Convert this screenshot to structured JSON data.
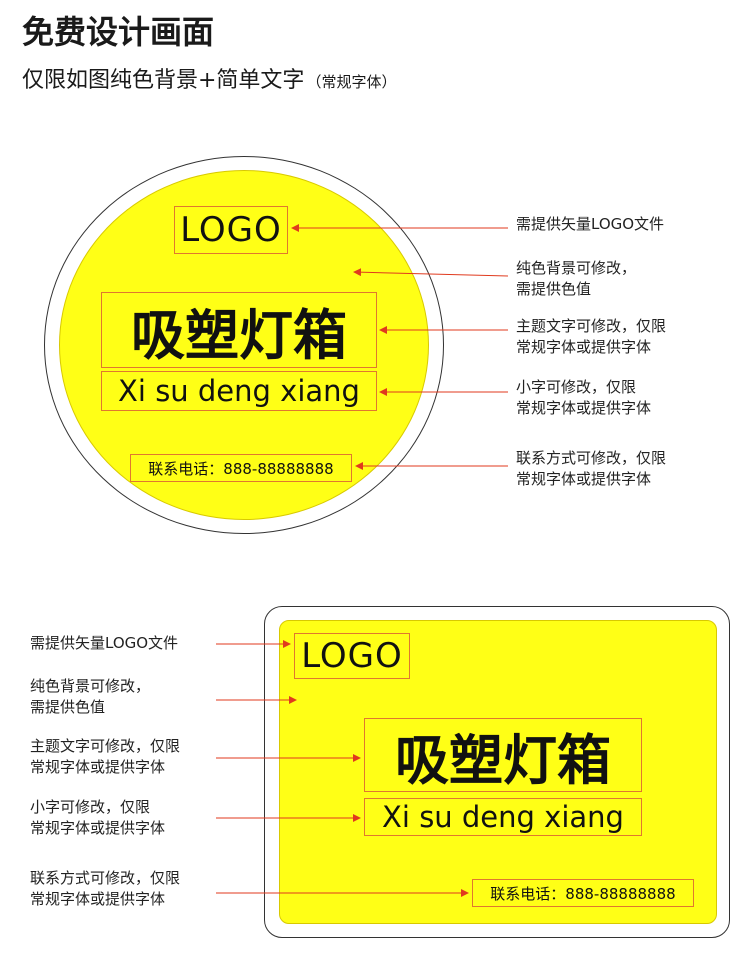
{
  "header": {
    "title": "免费设计画面",
    "subtitle": "仅限如图纯色背景+简单文字",
    "subtitle_note": "（常规字体）"
  },
  "sticker": {
    "logo": "LOGO",
    "main_text": "吸塑灯箱",
    "pinyin": "Xi su deng xiang",
    "contact": "联系电话：888-88888888"
  },
  "annotations": {
    "logo": "需提供矢量LOGO文件",
    "bg_line1": "纯色背景可修改，",
    "bg_line2": "需提供色值",
    "main_line1": "主题文字可修改，仅限",
    "main_line2": "常规字体或提供字体",
    "small_line1": "小字可修改，仅限",
    "small_line2": "常规字体或提供字体",
    "contact_line1": "联系方式可修改，仅限",
    "contact_line2": "常规字体或提供字体"
  },
  "colors": {
    "fill_yellow": "#ffff16",
    "frame_orange": "#e0782e",
    "arrow_red": "#e03a1e"
  }
}
